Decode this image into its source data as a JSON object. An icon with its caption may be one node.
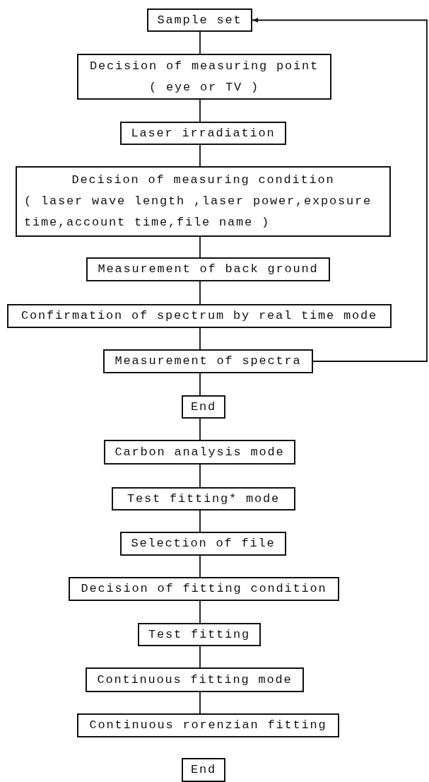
{
  "diagram": {
    "nodes": [
      {
        "text": [
          "Sample set"
        ]
      },
      {
        "text": [
          "Decision of measuring point",
          "( eye or TV )"
        ]
      },
      {
        "text": [
          "Laser irradiation"
        ]
      },
      {
        "text": [
          "Decision of measuring condition",
          "( laser wave length ,laser power,exposure time,account time,file name )"
        ]
      },
      {
        "text": [
          "Measurement of back ground"
        ]
      },
      {
        "text": [
          "Confirmation of spectrum by real time mode"
        ]
      },
      {
        "text": [
          "Measurement of spectra"
        ]
      },
      {
        "text": [
          "End"
        ]
      },
      {
        "text": [
          "Carbon analysis mode"
        ]
      },
      {
        "text": [
          "Test fitting* mode"
        ]
      },
      {
        "text": [
          "Selection of file"
        ]
      },
      {
        "text": [
          "Decision of fitting condition"
        ]
      },
      {
        "text": [
          "Test fitting"
        ]
      },
      {
        "text": [
          "Continuous fitting mode"
        ]
      },
      {
        "text": [
          "Continuous rorenzian fitting"
        ]
      },
      {
        "text": [
          "End"
        ]
      }
    ],
    "edges": [
      {
        "from": 0,
        "to": 1,
        "arrow": "none"
      },
      {
        "from": 1,
        "to": 2,
        "arrow": "none"
      },
      {
        "from": 2,
        "to": 3,
        "arrow": "none"
      },
      {
        "from": 3,
        "to": 4,
        "arrow": "none"
      },
      {
        "from": 4,
        "to": 5,
        "arrow": "none"
      },
      {
        "from": 5,
        "to": 6,
        "arrow": "none"
      },
      {
        "from": 6,
        "to": 7,
        "arrow": "none"
      },
      {
        "from": 7,
        "to": 8,
        "arrow": "none"
      },
      {
        "from": 8,
        "to": 9,
        "arrow": "none"
      },
      {
        "from": 9,
        "to": 10,
        "arrow": "none"
      },
      {
        "from": 10,
        "to": 11,
        "arrow": "none"
      },
      {
        "from": 11,
        "to": 12,
        "arrow": "none"
      },
      {
        "from": 12,
        "to": 13,
        "arrow": "none"
      },
      {
        "from": 13,
        "to": 14,
        "arrow": "none"
      },
      {
        "from": 6,
        "to": 0,
        "arrow": "to"
      }
    ]
  }
}
